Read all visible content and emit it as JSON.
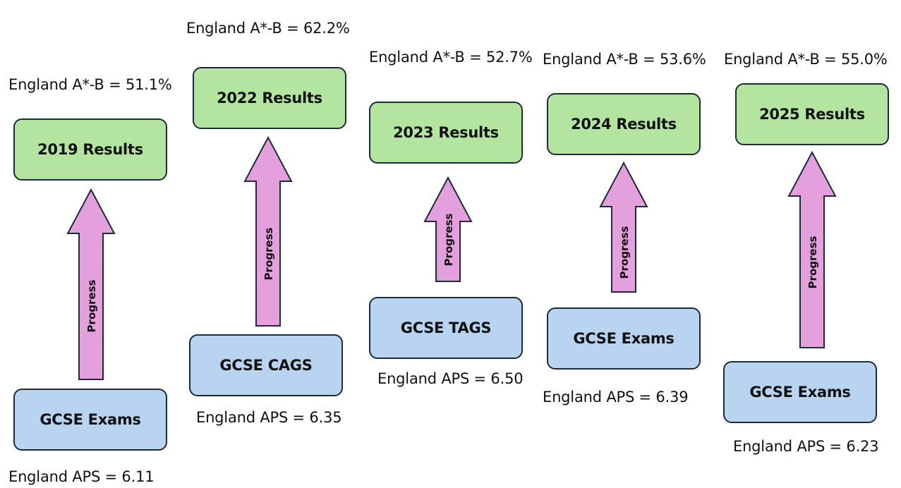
{
  "colors": {
    "results_box": "#b3e5a1",
    "input_box": "#b8d4f1",
    "arrow_fill": "#e4a0dd",
    "border": "#1d2a3a"
  },
  "columns": [
    {
      "result_stat": "England  A*-B = 51.1%",
      "result_label": "2019 Results",
      "arrow_label": "Progress",
      "input_label": "GCSE Exams",
      "aps_label": "England APS = 6.11"
    },
    {
      "result_stat": "England  A*-B = 62.2%",
      "result_label": "2022 Results",
      "arrow_label": "Progress",
      "input_label": "GCSE CAGS",
      "aps_label": "England APS = 6.35"
    },
    {
      "result_stat": "England  A*-B = 52.7%",
      "result_label": "2023 Results",
      "arrow_label": "Progress",
      "input_label": "GCSE TAGS",
      "aps_label": "England APS = 6.50"
    },
    {
      "result_stat": "England  A*-B = 53.6%",
      "result_label": "2024 Results",
      "arrow_label": "Progress",
      "input_label": "GCSE Exams",
      "aps_label": "England APS = 6.39"
    },
    {
      "result_stat": "England  A*-B = 55.0%",
      "result_label": "2025 Results",
      "arrow_label": "Progress",
      "input_label": "GCSE Exams",
      "aps_label": "England APS = 6.23"
    }
  ]
}
